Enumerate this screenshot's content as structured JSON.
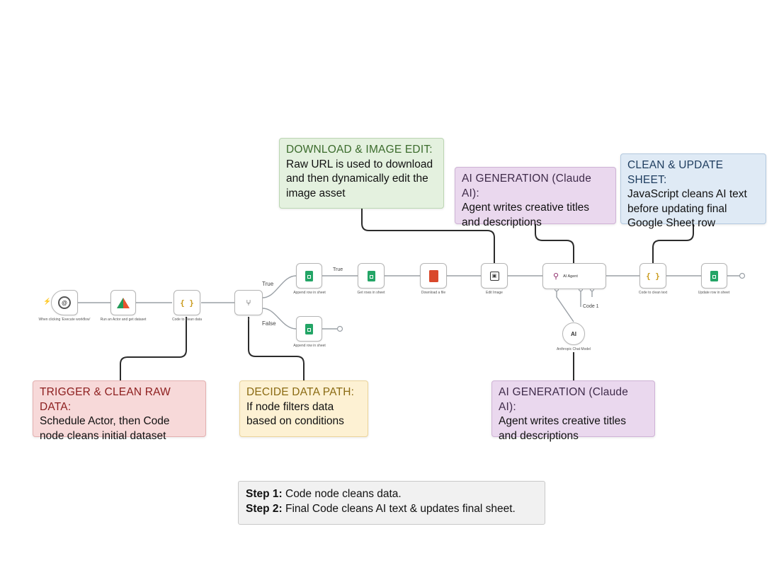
{
  "nodes": {
    "trigger": {
      "label": "When clicking 'Execute workflow'"
    },
    "apify": {
      "label": "Run an Actor and get dataset"
    },
    "code_clean": {
      "label": "Code to clean data"
    },
    "if": {
      "label": "If"
    },
    "append_true": {
      "label": "Append row in sheet"
    },
    "get_rows": {
      "label": "Get rows in sheet"
    },
    "download": {
      "label": "Download a file"
    },
    "edit_image": {
      "label": "Edit Image"
    },
    "ai_agent": {
      "label": "AI Agent"
    },
    "code_final": {
      "label": "Code to clean text"
    },
    "update_sheet": {
      "label": "Update row in sheet"
    },
    "append_false": {
      "label": "Append row in sheet"
    },
    "anthropic": {
      "label": "Anthropic Chat Model"
    }
  },
  "branches": {
    "true": "True",
    "false": "False",
    "true_small": "True",
    "code1": "Code 1"
  },
  "callouts": {
    "download": {
      "title": "DOWNLOAD & IMAGE EDIT:",
      "line1": "Raw URL is used to download",
      "line2": "and then dynamically edit the",
      "line3": "image asset"
    },
    "ai_top": {
      "title": "AI GENERATION (Claude AI):",
      "line1": "Agent writes creative titles",
      "line2": "and descriptions"
    },
    "clean_update": {
      "title": "CLEAN & UPDATE SHEET:",
      "line1": "JavaScript cleans AI text",
      "line2": "before updating final",
      "line3": "Google Sheet row"
    },
    "trigger": {
      "title": "TRIGGER & CLEAN RAW DATA:",
      "line1": "Schedule Actor, then Code",
      "line2": "node cleans initial dataset"
    },
    "decide": {
      "title": "DECIDE DATA PATH:",
      "line1": "If node filters data",
      "line2": "based on conditions"
    },
    "ai_bottom": {
      "title": "AI GENERATION (Claude AI):",
      "line1": "Agent writes creative titles",
      "line2": "and descriptions"
    }
  },
  "steps": {
    "step1_label": "Step 1:",
    "step1_text": " Code node cleans data.",
    "step2_label": "Step 2:",
    "step2_text": " Final Code cleans AI text & updates final sheet."
  },
  "icons": {
    "trigger": "http-icon",
    "apify": "apify-icon",
    "code": "code-icon",
    "if": "if-icon",
    "sheet": "google-sheets-icon",
    "download": "file-icon",
    "edit": "image-icon",
    "agent": "agent-icon",
    "anthropic": "anthropic-icon"
  },
  "colors": {
    "green": "#e4f1df",
    "purple": "#ead8ee",
    "blue": "#dfeaf5",
    "red": "#f7d9d9",
    "yellow": "#fdf1d3",
    "sheets": "#23a566"
  }
}
